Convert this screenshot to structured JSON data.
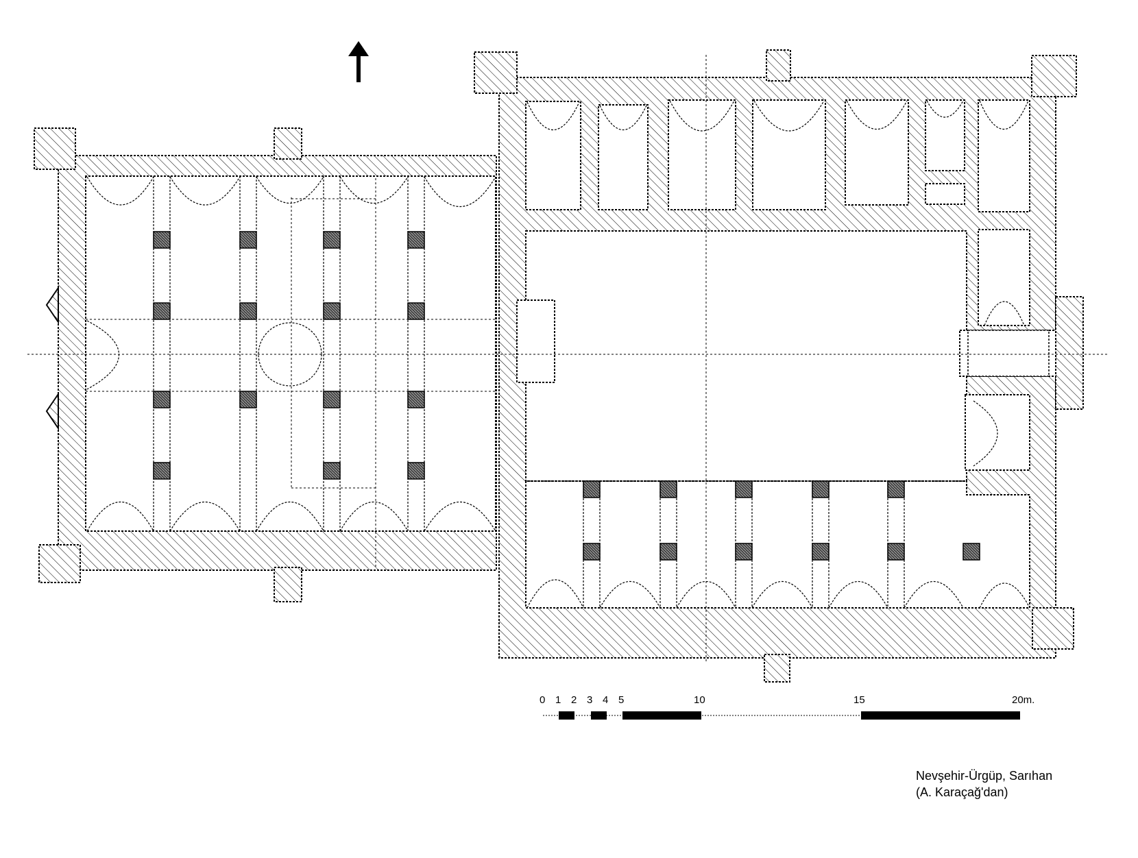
{
  "caption": {
    "line1": "Nevşehir-Ürgüp, Sarıhan",
    "line2": "(A. Karaçağ'dan)"
  },
  "scale_bar": {
    "labels": [
      "0",
      "1",
      "2",
      "3",
      "4",
      "5",
      "10",
      "15",
      "20m."
    ],
    "unit": "m"
  },
  "north_arrow": {
    "icon": "north-arrow-icon"
  },
  "colors": {
    "ink": "#000000",
    "pier_fill": "#555555",
    "paper": "#ffffff"
  }
}
